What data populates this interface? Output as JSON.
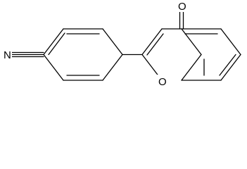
{
  "molecule": {
    "atoms": {
      "N": "N",
      "O_carbonyl": "O",
      "O_ring": "O"
    },
    "colors": {
      "background": "#ffffff",
      "ink": "#000000"
    }
  }
}
